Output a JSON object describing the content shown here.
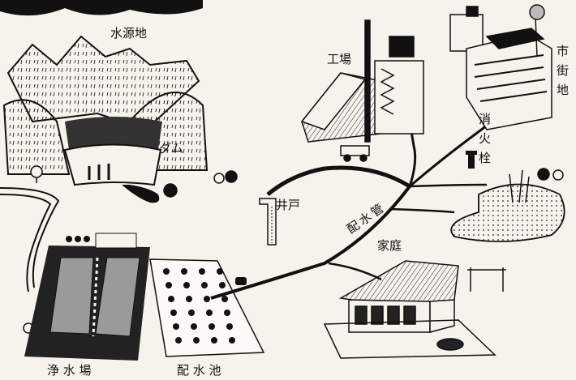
{
  "title_fragment": "つながり",
  "labels": {
    "water_source": "水源地",
    "dam": "ダム",
    "factory": "工場",
    "city": [
      "市",
      "街",
      "地"
    ],
    "hydrant": [
      "消",
      "火",
      "栓"
    ],
    "well": "井戸",
    "pipe": [
      "配",
      "水",
      "管"
    ],
    "house": "家庭",
    "purification": "浄 水 場",
    "reservoir": "配 水 池"
  },
  "colors": {
    "ink": "#111111",
    "paper": "#f6f3ec",
    "water": "#3a3a3a"
  }
}
